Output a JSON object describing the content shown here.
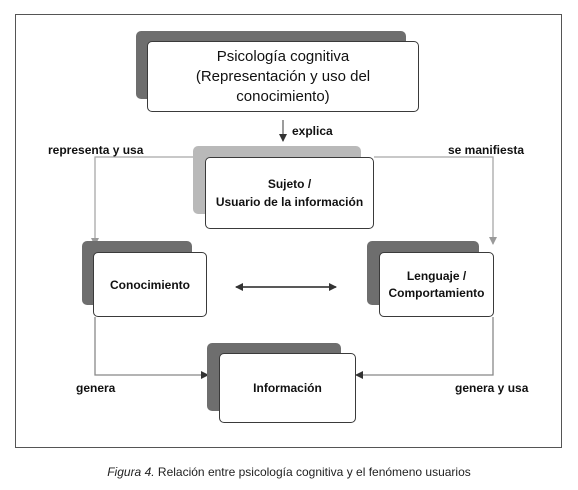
{
  "nodes": {
    "psicologia": {
      "line1": "Psicología cognitiva",
      "line2": "(Representación y uso del",
      "line3": "conocimiento)"
    },
    "sujeto": {
      "line1": "Sujeto /",
      "line2": "Usuario de la información"
    },
    "conocimiento": {
      "label": "Conocimiento"
    },
    "lenguaje": {
      "line1": "Lenguaje /",
      "line2": "Comportamiento"
    },
    "informacion": {
      "label": "Información"
    }
  },
  "edges": {
    "explica": "explica",
    "representa": "representa y usa",
    "manifiesta": "se manifiesta",
    "genera": "genera",
    "genera_usa": "genera y usa"
  },
  "caption": {
    "figure_label": "Figura 4.",
    "text": " Relación entre psicología cognitiva y el fenómeno usuarios"
  }
}
